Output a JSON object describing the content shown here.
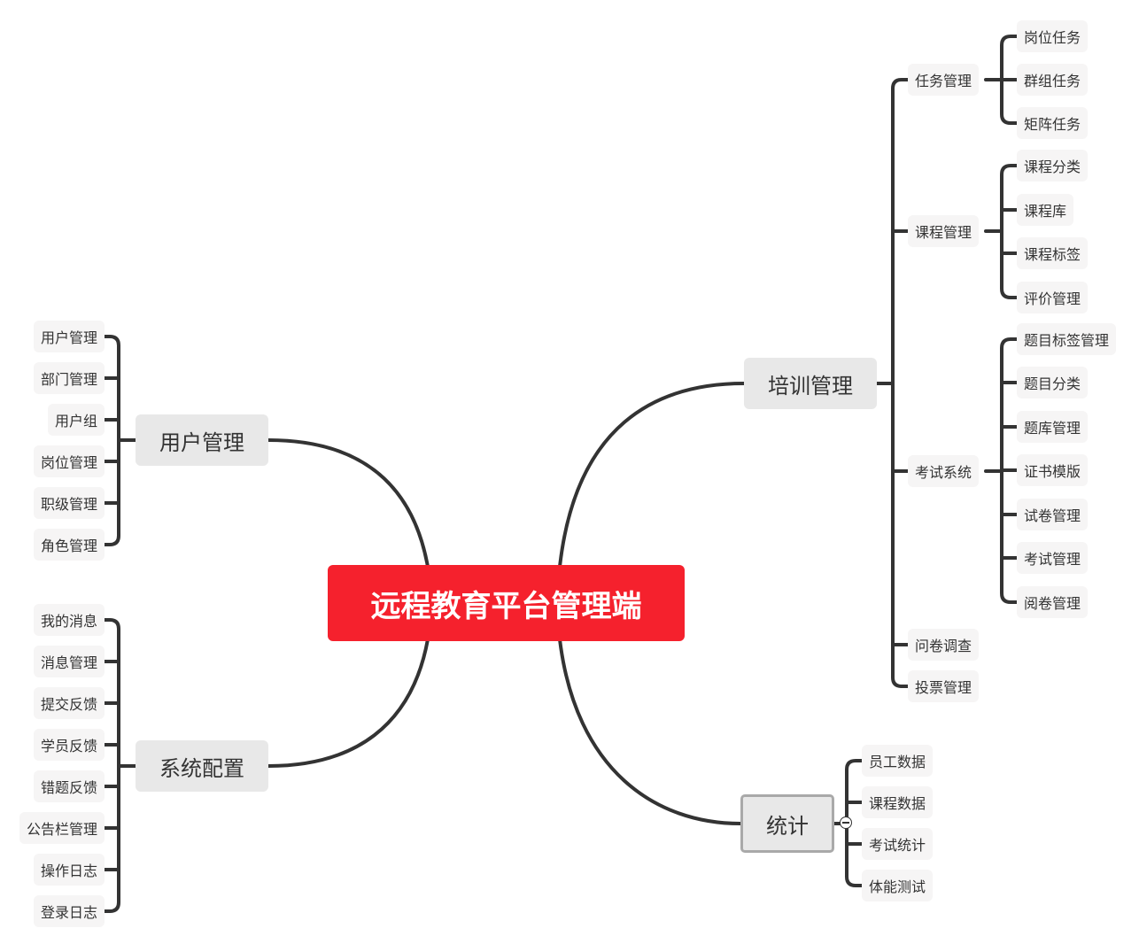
{
  "root": {
    "label": "远程教育平台管理端",
    "color": "#f5212d"
  },
  "training": {
    "label": "培训管理",
    "children": [
      {
        "label": "任务管理",
        "children": [
          "岗位任务",
          "群组任务",
          "矩阵任务"
        ]
      },
      {
        "label": "课程管理",
        "children": [
          "课程分类",
          "课程库",
          "课程标签",
          "评价管理"
        ]
      },
      {
        "label": "考试系统",
        "children": [
          "题目标签管理",
          "题目分类",
          "题库管理",
          "证书模版",
          "试卷管理",
          "考试管理",
          "阅卷管理"
        ]
      },
      {
        "label": "问卷调查",
        "children": []
      },
      {
        "label": "投票管理",
        "children": []
      }
    ]
  },
  "users": {
    "label": "用户管理",
    "children": [
      "用户管理",
      "部门管理",
      "用户组",
      "岗位管理",
      "职级管理",
      "角色管理"
    ]
  },
  "system": {
    "label": "系统配置",
    "children": [
      "我的消息",
      "消息管理",
      "提交反馈",
      "学员反馈",
      "错题反馈",
      "公告栏管理",
      "操作日志",
      "登录日志"
    ]
  },
  "stats": {
    "label": "统计",
    "children": [
      "员工数据",
      "课程数据",
      "考试统计",
      "体能测试"
    ]
  }
}
